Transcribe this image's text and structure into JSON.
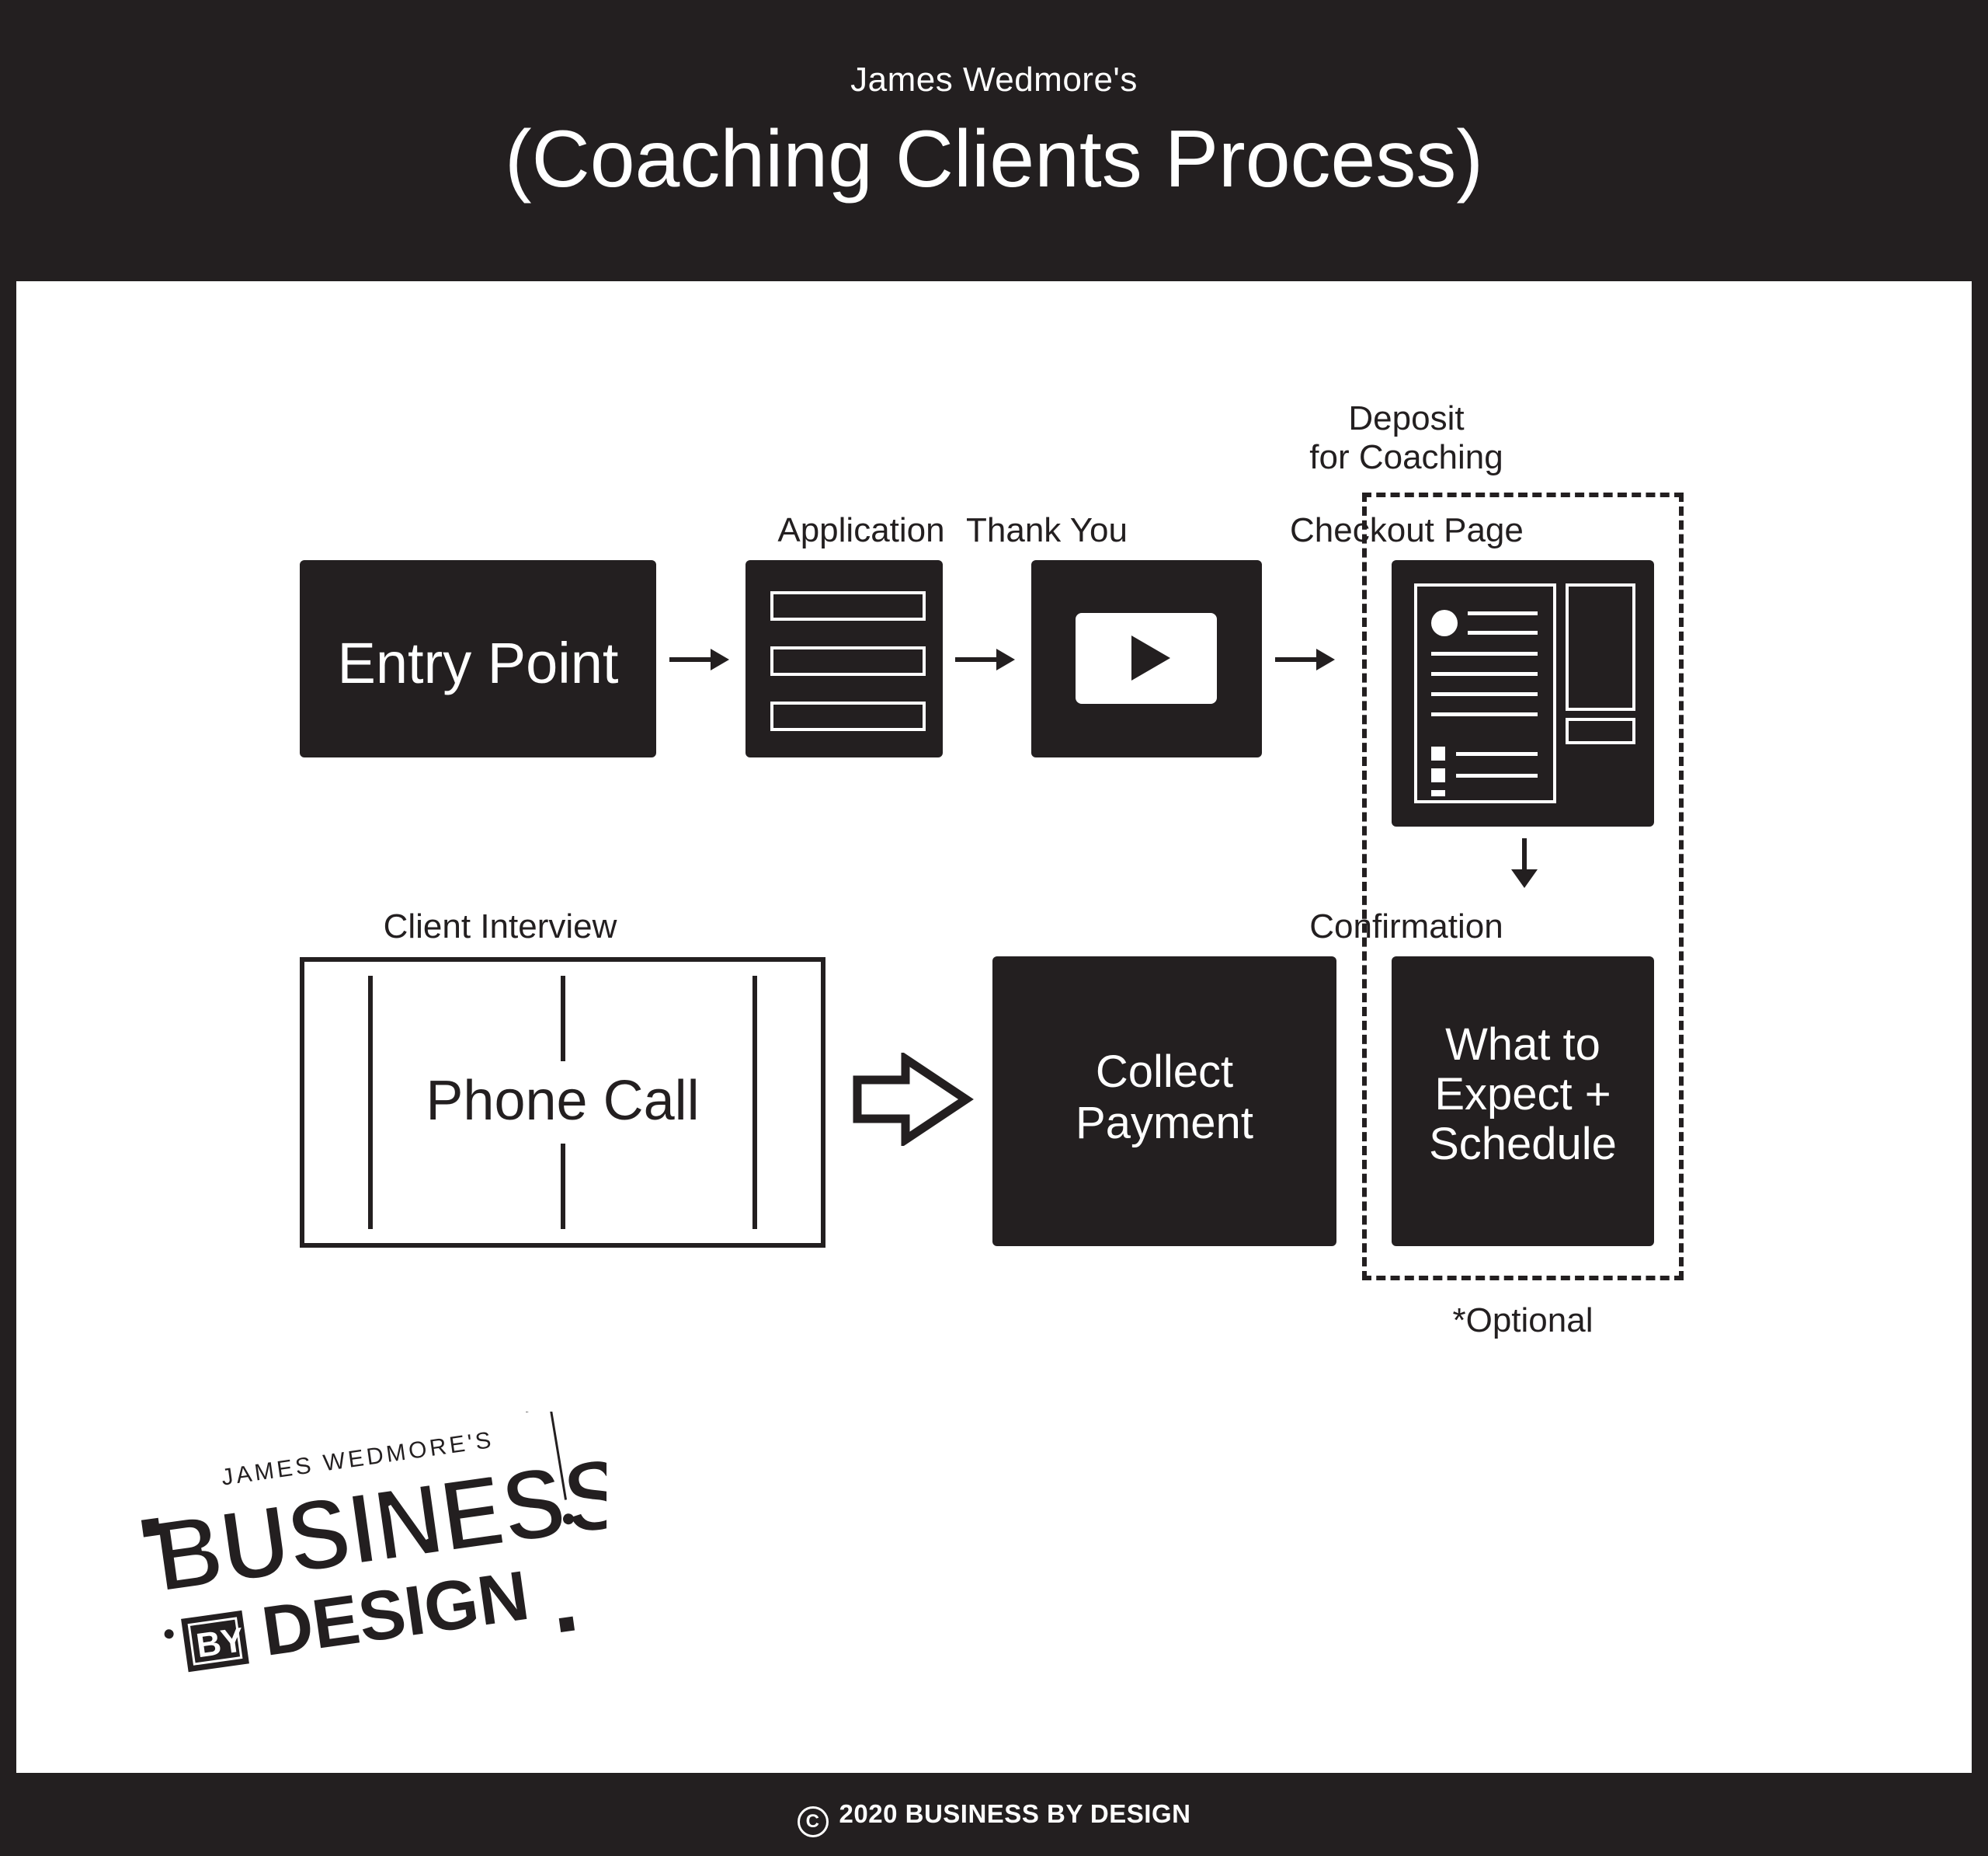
{
  "header": {
    "subtitle": "James Wedmore's",
    "title": "(Coaching Clients Process)"
  },
  "diagram": {
    "entry_point": "Entry Point",
    "application_label": "Application",
    "thank_you_label": "Thank You",
    "deposit_label_line1": "Deposit",
    "deposit_label_line2": "for Coaching",
    "checkout_label": "Checkout Page",
    "confirmation_label": "Confirmation",
    "confirmation_line1": "What to",
    "confirmation_line2": "Expect +",
    "confirmation_line3": "Schedule",
    "optional_note": "*Optional",
    "client_interview_label": "Client Interview",
    "phone_call": "Phone Call",
    "collect_line1": "Collect",
    "collect_line2": "Payment"
  },
  "logo": {
    "top_line": "JAMES WEDMORE'S",
    "main": "BUSINESS",
    "by": "BY",
    "design": "DESIGN"
  },
  "footer": {
    "copyright_symbol": "C",
    "text": "2020 BUSINESS BY DESIGN"
  },
  "colors": {
    "dark": "#231f20",
    "light": "#ffffff"
  },
  "icons": [
    "form-icon",
    "play-icon",
    "checkout-page-icon",
    "outline-arrow-icon",
    "copyright-icon"
  ]
}
